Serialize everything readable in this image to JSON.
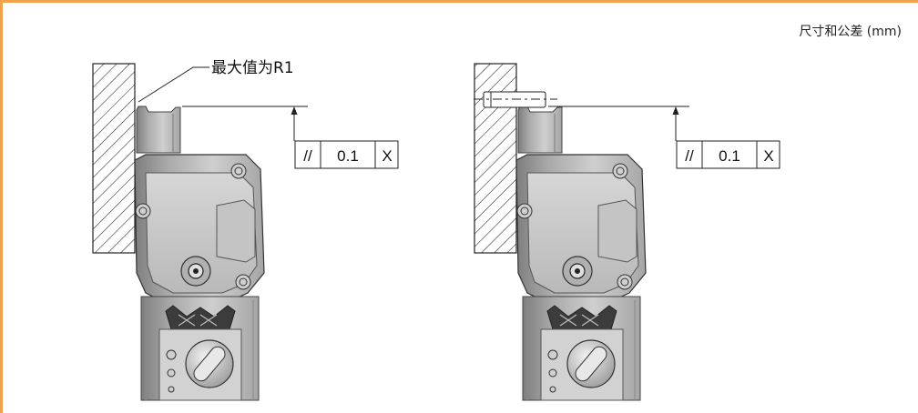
{
  "units_label": "尺寸和公差 (mm)",
  "left_figure": {
    "radius_note": "最大值为R1",
    "tolerance": {
      "symbol": "//",
      "value": "0.1",
      "datum": "X"
    }
  },
  "right_figure": {
    "tolerance": {
      "symbol": "//",
      "value": "0.1",
      "datum": "X"
    }
  },
  "colors": {
    "frame_accent": "#f2a24a",
    "sensor_grey": "#9a9a9a",
    "ink": "#111111"
  }
}
